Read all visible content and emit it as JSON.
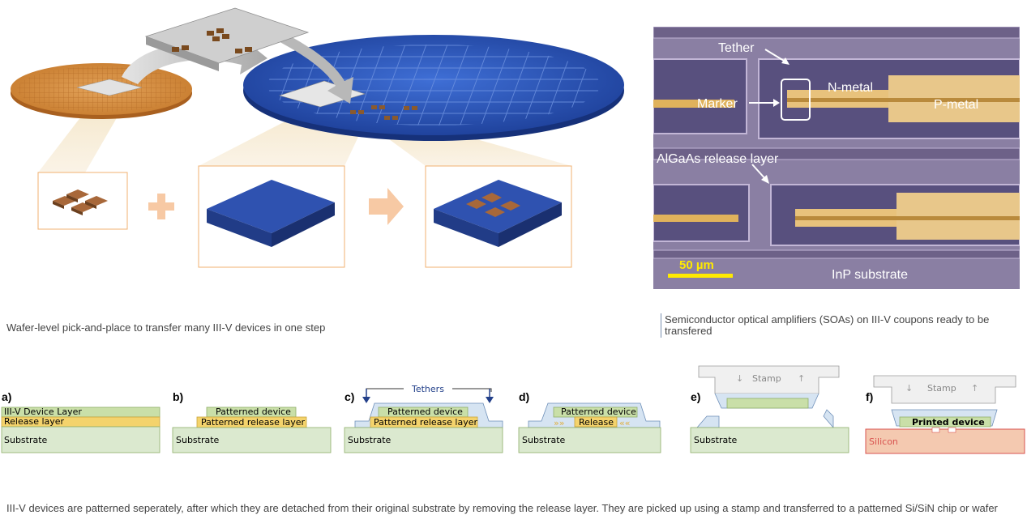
{
  "figure_top": {
    "caption_left": "Wafer-level pick-and-place to transfer many III-V devices in one step",
    "caption_right": "Semiconductor optical amplifiers (SOAs) on III-V coupons ready to be transfered"
  },
  "micrograph": {
    "labels": {
      "tether": "Tether",
      "marker": "Marker",
      "n_metal": "N-metal",
      "p_metal": "P-metal",
      "release_layer": "AlGaAs release layer",
      "scale_bar": "50 µm",
      "substrate": "InP substrate"
    }
  },
  "process": {
    "a": {
      "letter": "a)",
      "layer1": "III-V Device Layer",
      "layer2": "Release layer",
      "substrate": "Substrate"
    },
    "b": {
      "letter": "b)",
      "layer1": "Patterned device",
      "layer2": "Patterned release layer",
      "substrate": "Substrate"
    },
    "c": {
      "letter": "c)",
      "tethers": "Tethers",
      "layer1": "Patterned device",
      "layer2": "Patterned release layer",
      "substrate": "Substrate"
    },
    "d": {
      "letter": "d)",
      "layer1": "Patterned device",
      "layer2": "Release",
      "substrate": "Substrate"
    },
    "e": {
      "letter": "e)",
      "stamp": "Stamp",
      "substrate": "Substrate"
    },
    "f": {
      "letter": "f)",
      "stamp": "Stamp",
      "device": "Printed device",
      "substrate": "Silicon"
    }
  },
  "caption_bottom": "III-V devices are patterned seperately, after which they are detached from their original substrate by removing the release layer. They are picked up using a stamp and transferred to a patterned Si/SiN chip or wafer",
  "colors": {
    "device": "#c9dfa8",
    "release": "#f4d36c",
    "substrate": "#dbe9cf",
    "tether": "#d6e4f2",
    "silicon": "#f4c9b0",
    "wafer_blue": "#2d56b8",
    "wafer_orange": "#d88a3a"
  }
}
